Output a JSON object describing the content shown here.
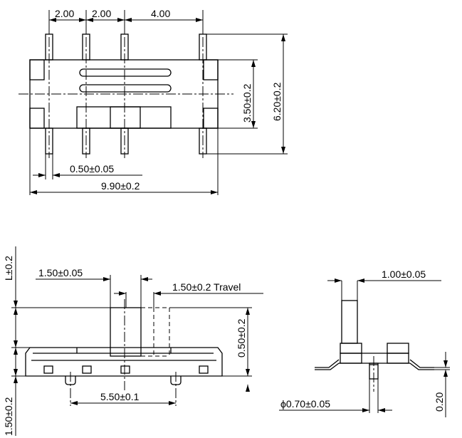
{
  "top_view": {
    "dim_pitch_1": "2.00",
    "dim_pitch_2": "2.00",
    "dim_pitch_3": "4.00",
    "dim_body_height": "3.50±0.2",
    "dim_total_height": "6.20±0.2",
    "dim_pin_width": "0.50±0.05",
    "dim_body_length": "9.90±0.2"
  },
  "side_view": {
    "dim_l": "L±0.2",
    "dim_knob_width": "1.50±0.05",
    "dim_travel": "1.50±0.2  Travel",
    "dim_knob_height": "0.50±0.2",
    "dim_peg_spacing": "5.50±0.1",
    "dim_base_height": "1.50±0.2"
  },
  "end_view": {
    "dim_knob_width": "1.00±0.05",
    "dim_peg_diameter": "ϕ0.70±0.05",
    "dim_standoff": "0.20"
  }
}
